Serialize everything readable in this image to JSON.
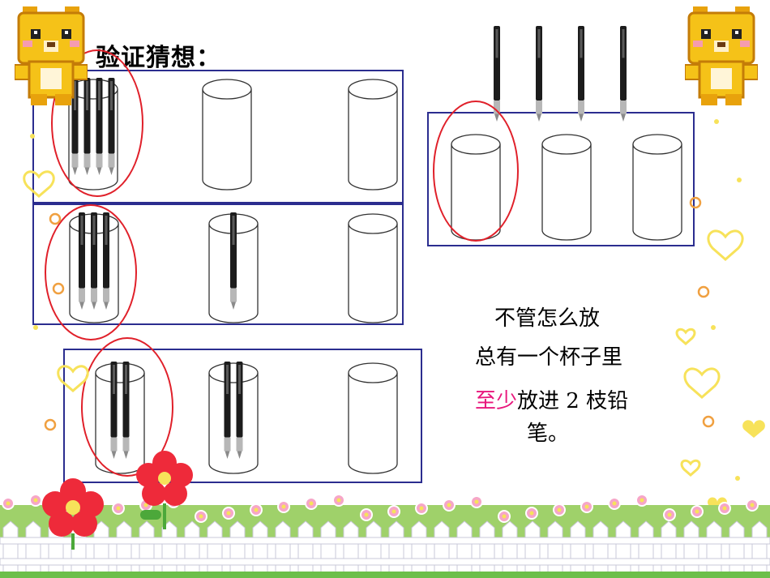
{
  "title": "验证猜想：",
  "statement": {
    "line1": "不管怎么放",
    "line2": "总有一个杯子里",
    "line3_highlight": "至少",
    "line3_rest": "放进 2 枝铅",
    "line4": "笔。"
  },
  "colors": {
    "box_border": "#2b2d8f",
    "ring": "#e0202a",
    "highlight": "#e8177c"
  },
  "arrangements": [
    {
      "cups": [
        4,
        0,
        0
      ]
    },
    {
      "cups": [
        3,
        1,
        0
      ]
    },
    {
      "cups": [
        2,
        2,
        0
      ]
    }
  ],
  "initial_setup": {
    "pens_above": 4,
    "cups": 3
  }
}
